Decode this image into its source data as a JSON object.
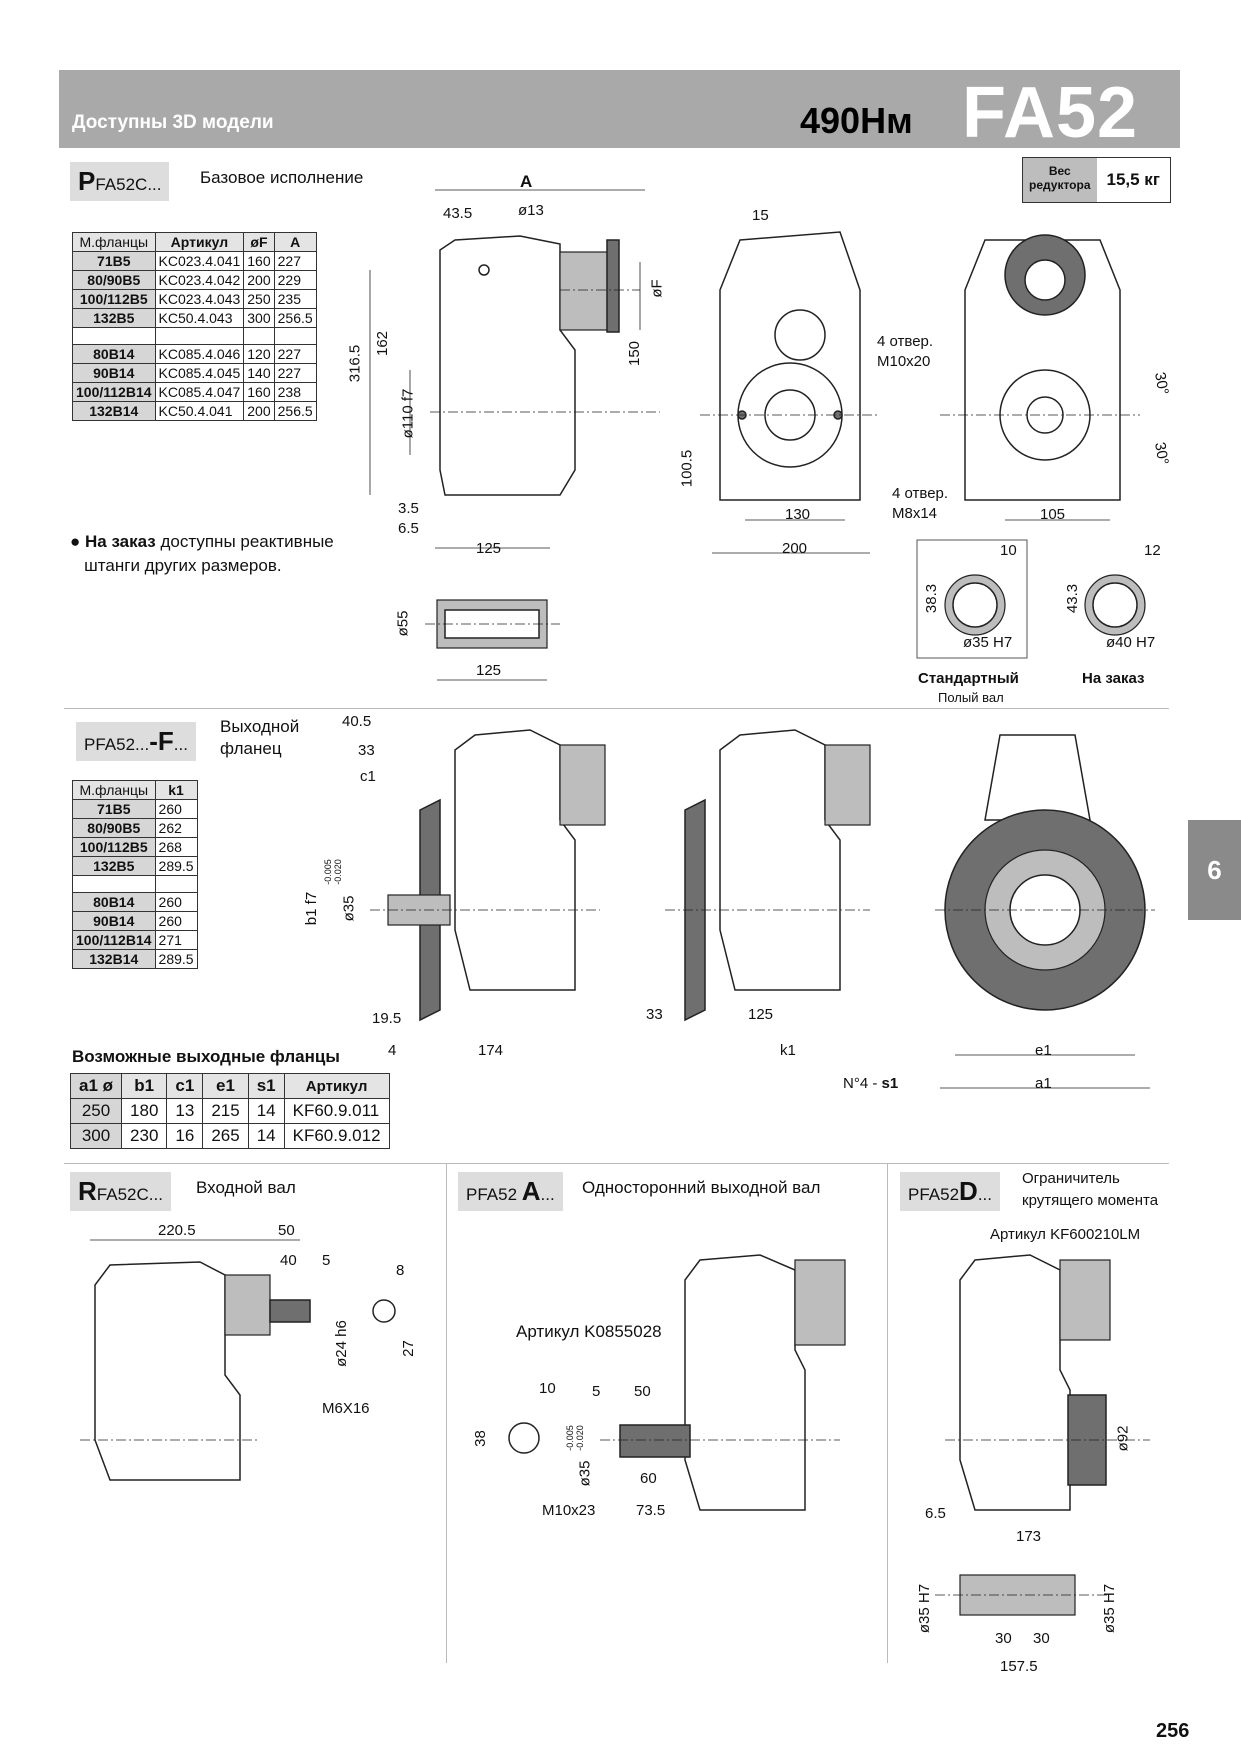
{
  "header": {
    "subtitle": "Доступны 3D модели",
    "torque": "490Нм",
    "model": "FA52"
  },
  "weight": {
    "label_line1": "Вес",
    "label_line2": "редуктора",
    "value": "15,5 кг"
  },
  "side_tab": "6",
  "page_number": "256",
  "section_p": {
    "tag_letter": "P",
    "tag_rest": "FA52C...",
    "title": "Базовое исполнение",
    "table_headers": [
      "М.фланцы",
      "Артикул",
      "øF",
      "A"
    ],
    "rows_b5": [
      [
        "71B5",
        "KC023.4.041",
        "160",
        "227"
      ],
      [
        "80/90B5",
        "KC023.4.042",
        "200",
        "229"
      ],
      [
        "100/112B5",
        "KC023.4.043",
        "250",
        "235"
      ],
      [
        "132B5",
        "KC50.4.043",
        "300",
        "256.5"
      ]
    ],
    "rows_b14": [
      [
        "80B14",
        "KC085.4.046",
        "120",
        "227"
      ],
      [
        "90B14",
        "KC085.4.045",
        "140",
        "227"
      ],
      [
        "100/112B14",
        "KC085.4.047",
        "160",
        "238"
      ],
      [
        "132B14",
        "KC50.4.041",
        "200",
        "256.5"
      ]
    ],
    "note_bold": "На заказ",
    "note_rest1": "доступны реактивные",
    "note_rest2": "штанги других размеров.",
    "dims": {
      "A": "A",
      "d13": "ø13",
      "d43_5": "43.5",
      "dF": "øF",
      "d150": "150",
      "d162": "162",
      "d316_5": "316.5",
      "d110f7": "ø110 f7",
      "d3_5": "3.5",
      "d6_5": "6.5",
      "d125": "125",
      "d55": "ø55",
      "d125b": "125",
      "d15": "15",
      "holes1_a": "4 отвер.",
      "holes1_b": "M10x20",
      "d100_5": "100.5",
      "d130": "130",
      "d200": "200",
      "holes2_a": "4 отвер.",
      "holes2_b": "M8x14",
      "d105": "105",
      "a30a": "30°",
      "a30b": "30°",
      "k10": "10",
      "k38_3": "38.3",
      "k35h7": "ø35 H7",
      "k12": "12",
      "k43_3": "43.3",
      "k40h7": "ø40 H7",
      "std": "Стандартный",
      "std_sub": "Полый вал",
      "order": "На заказ"
    }
  },
  "section_f": {
    "tag_main": "PFA52...",
    "tag_letter": "-F",
    "tag_tail": "...",
    "title1": "Выходной",
    "title2": "фланец",
    "table_headers": [
      "М.фланцы",
      "k1"
    ],
    "rows_b5": [
      [
        "71B5",
        "260"
      ],
      [
        "80/90B5",
        "262"
      ],
      [
        "100/112B5",
        "268"
      ],
      [
        "132B5",
        "289.5"
      ]
    ],
    "rows_b14": [
      [
        "80B14",
        "260"
      ],
      [
        "90B14",
        "260"
      ],
      [
        "100/112B14",
        "271"
      ],
      [
        "132B14",
        "289.5"
      ]
    ],
    "flanges_title": "Возможные выходные фланцы",
    "flange_headers": [
      "a1 ø",
      "b1",
      "c1",
      "e1",
      "s1",
      "Артикул"
    ],
    "flange_rows": [
      [
        "250",
        "180",
        "13",
        "215",
        "14",
        "KF60.9.011"
      ],
      [
        "300",
        "230",
        "16",
        "265",
        "14",
        "KF60.9.012"
      ]
    ],
    "dims": {
      "d40_5": "40.5",
      "d33": "33",
      "c1": "c1",
      "b1f7": "b1 f7",
      "d35": "ø35",
      "tol_top": "-0.005",
      "tol_bot": "-0.020",
      "d19_5": "19.5",
      "d4": "4",
      "d174": "174",
      "d33b": "33",
      "d125": "125",
      "k1": "k1",
      "e1": "e1",
      "a1": "a1",
      "n4s1_a": "N°4 - ",
      "n4s1_b": "s1"
    }
  },
  "section_r": {
    "tag_letter": "R",
    "tag_rest": "FA52C...",
    "title": "Входной вал",
    "dims": {
      "d220_5": "220.5",
      "d50": "50",
      "d40": "40",
      "d5": "5",
      "d8": "8",
      "d24h6": "ø24 h6",
      "d27": "27",
      "m6": "M6X16"
    }
  },
  "section_a": {
    "tag_main": "PFA52 ",
    "tag_letter": "A",
    "tag_tail": "...",
    "title": "Односторонний выходной вал",
    "article": "Артикул K0855028",
    "dims": {
      "d10": "10",
      "d5": "5",
      "d50": "50",
      "d38": "38",
      "d35": "ø35",
      "tol_top": "-0.005",
      "tol_bot": "-0.020",
      "d60": "60",
      "m10": "M10x23",
      "d73_5": "73.5"
    }
  },
  "section_d": {
    "tag_main": "PFA52",
    "tag_letter": "D",
    "tag_tail": "...",
    "title1": "Ограничитель",
    "title2": "крутящего момента",
    "article": "Артикул KF600210LM",
    "dims": {
      "d92": "ø92",
      "d6_5": "6.5",
      "d173": "173",
      "d35h7a": "ø35 H7",
      "d35h7b": "ø35 H7",
      "d30a": "30",
      "d30b": "30",
      "d157_5": "157.5"
    }
  }
}
